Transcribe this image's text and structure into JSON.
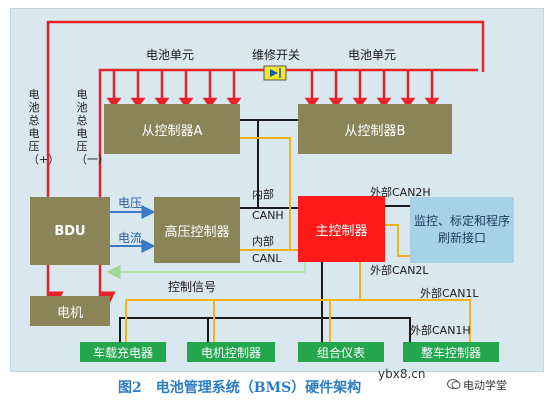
{
  "nodes": {
    "battery_unit_left": "电池单元",
    "maintenance_switch": "维修开关",
    "battery_unit_right": "电池单元",
    "slave_a": "从控制器A",
    "slave_b": "从控制器B",
    "bdu": "BDU",
    "hv_controller": "高压控制器",
    "master_controller": "主控制器",
    "monitor_interface": "监控、标定和程序刷新接口",
    "motor": "电机",
    "onboard_charger": "车载充电器",
    "motor_controller": "电机控制器",
    "instrument_cluster": "组合仪表",
    "vehicle_controller": "整车控制器"
  },
  "labels": {
    "pack_voltage_pos": "电池总电压（+）",
    "pack_voltage_neg": "电池总电压（一）",
    "voltage": "电压",
    "current": "电流",
    "internal_canh_1": "内部",
    "internal_canh_2": "CANH",
    "internal_canl_1": "内部",
    "internal_canl_2": "CANL",
    "ext_can2h": "外部CAN2H",
    "ext_can2l": "外部CAN2L",
    "ext_can1l": "外部CAN1L",
    "ext_can1h": "外部CAN1H",
    "control_signal": "控制信号"
  },
  "caption": "图2　电池管理系统（BMS）硬件架构",
  "watermark": {
    "url": "ybx8.cn",
    "brand": "电动学堂"
  },
  "colors": {
    "power_line": "#e8212b",
    "can_high": "#1a1a1a",
    "can_low": "#f2b21c",
    "signal_arrow": "#3a78c8",
    "control_signal": "#b7e3a8"
  }
}
